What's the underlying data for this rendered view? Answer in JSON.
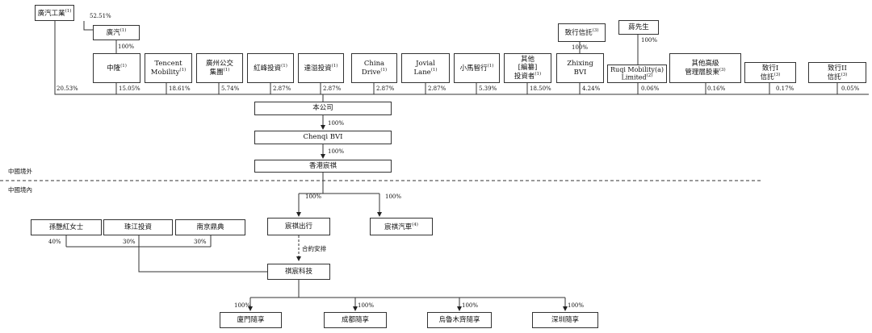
{
  "entities": {
    "gac_industry": "廣汽工業",
    "gac": "廣汽",
    "zhonglong": "中隆",
    "tencent": [
      "Tencent",
      "Mobility"
    ],
    "gz_transit": [
      "廣州公交",
      "集團"
    ],
    "hongfeng": "紅峰投資",
    "dayi": "達溢投資",
    "china_drive": "China Drive",
    "jovial_lane": "Jovial Lane",
    "xiaoma": "小馬智行",
    "others_pre": [
      "其他",
      "[編纂]",
      "投資者"
    ],
    "zhixing_trust": "致行信託",
    "zhixing_bvi": [
      "Zhixing",
      "BVI"
    ],
    "mr_jiang": "蔣先生",
    "ruqi_mobility": [
      "Ruqi Mobility(a)",
      "Limited"
    ],
    "other_mgmt": [
      "其他高級",
      "管理層股東"
    ],
    "zhixing_i": [
      "致行I",
      "信託"
    ],
    "zhixing_ii": [
      "致行II",
      "信託"
    ],
    "company": "本公司",
    "chenqi_bvi": "Chenqi BVI",
    "hk_chenqi": "香港宸祺",
    "chenqi_travel": "宸祺出行",
    "chenqi_auto": "宸祺汽車",
    "mrs_sun": "孫艷紅女士",
    "zhujiang": "珠江投資",
    "nanjing": "南京鼎典",
    "qichen_tech": "祺宸科技",
    "xiamen": "廈門隨享",
    "chengdu": "成都隨享",
    "urumqi": "烏魯木齊隨享",
    "shenzhen": "深圳隨享"
  },
  "notes": {
    "gac_industry": "(1)",
    "gac": "(1)",
    "zhonglong": "(1)",
    "tencent": "(1)",
    "gz_transit": "(1)",
    "hongfeng": "(1)",
    "dayi": "(1)",
    "china_drive": "(1)",
    "jovial_lane": "(1)",
    "xiaoma": "(1)",
    "others_pre": "(1)",
    "zhixing_trust": "(3)",
    "ruqi_mobility": "(2)",
    "other_mgmt": "(3)",
    "zhixing_i": "(3)",
    "zhixing_ii": "(3)",
    "chenqi_auto": "(4)"
  },
  "percentages": {
    "gac_industry_to_gac": "52.51%",
    "gac_to_zhonglong": "100%",
    "zhixing_trust_to_bvi": "100%",
    "jiang_to_ruqi": "100%",
    "gac_industry_to_company": "20.53%",
    "zhonglong": "15.05%",
    "tencent": "18.61%",
    "gz_transit": "5.74%",
    "hongfeng": "2.87%",
    "dayi": "2.87%",
    "china_drive": "2.87%",
    "jovial_lane": "2.87%",
    "xiaoma": "5.39%",
    "others_pre": "18.50%",
    "zhixing_bvi": "4.24%",
    "ruqi_mobility": "0.06%",
    "other_mgmt": "0.16%",
    "zhixing_i": "0.17%",
    "zhixing_ii": "0.05%",
    "company_to_bvi": "100%",
    "bvi_to_hk": "100%",
    "hk_to_travel": "100%",
    "hk_to_auto": "100%",
    "sun": "40%",
    "zhujiang": "30%",
    "nanjing": "30%",
    "xiamen": "100%",
    "chengdu": "100%",
    "urumqi": "100%",
    "shenzhen": "100%"
  },
  "region_labels": {
    "outside_prc": "中國境外",
    "inside_prc": "中國境內"
  },
  "contractual_label": "合約安排"
}
